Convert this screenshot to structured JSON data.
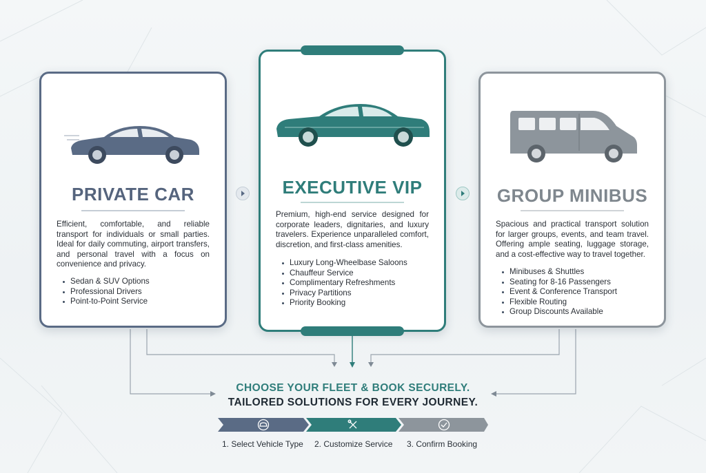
{
  "cards": [
    {
      "title": "PRIVATE CAR",
      "icon": "sedan-icon",
      "description": "Efficient, comfortable, and reliable transport for individuals or small parties. Ideal for daily commuting, airport transfers, and personal travel with a focus on convenience and privacy.",
      "features": [
        "Sedan & SUV Options",
        "Professional Drivers",
        "Point-to-Point Service"
      ],
      "accent": "#5a6b85"
    },
    {
      "title": "EXECUTIVE VIP",
      "icon": "limousine-icon",
      "description": "Premium, high-end service designed for corporate leaders, dignitaries, and luxury travelers. Experience unparalleled comfort, discretion, and first-class amenities.",
      "features": [
        "Luxury Long-Wheelbase Saloons",
        "Chauffeur Service",
        "Complimentary Refreshments",
        "Privacy Partitions",
        "Priority Booking"
      ],
      "accent": "#2f7d7a"
    },
    {
      "title": "GROUP MINIBUS",
      "icon": "minibus-icon",
      "description": "Spacious and practical transport solution for larger groups, events, and team travel. Offering ample seating, luggage storage, and a cost-effective way to travel together.",
      "features": [
        "Minibuses & Shuttles",
        "Seating for 8-16 Passengers",
        "Event & Conference Transport",
        "Flexible Routing",
        "Group Discounts Available"
      ],
      "accent": "#8d959c"
    }
  ],
  "cta": {
    "line1": "CHOOSE YOUR FLEET & BOOK SECURELY.",
    "line2": "TAILORED SOLUTIONS FOR EVERY JOURNEY."
  },
  "steps": [
    {
      "label": "1. Select Vehicle Type",
      "icon": "car-icon",
      "color": "#5a6b85"
    },
    {
      "label": "2. Customize Service",
      "icon": "tools-icon",
      "color": "#2f7d7a"
    },
    {
      "label": "3. Confirm Booking",
      "icon": "check-badge-icon",
      "color": "#8d959c"
    }
  ]
}
